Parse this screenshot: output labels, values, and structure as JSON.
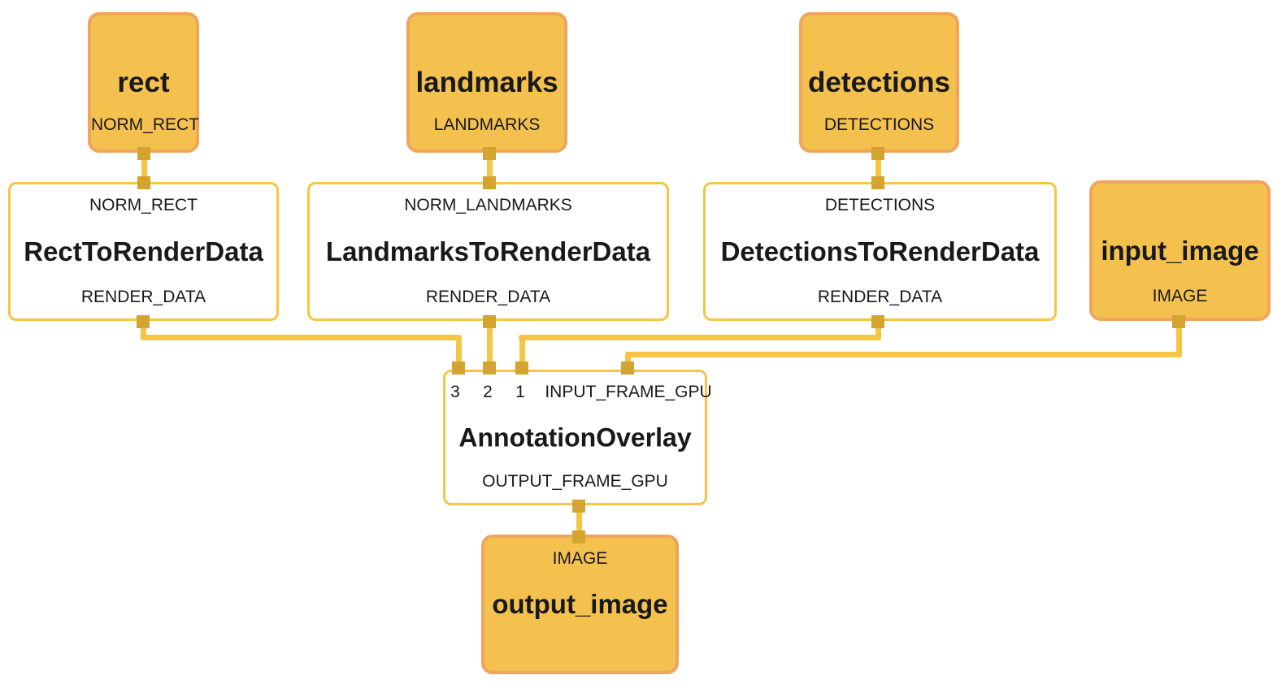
{
  "colors": {
    "node_fill": "#F4C14F",
    "node_border": "#F0A45C",
    "edge": "#F5C543",
    "connector": "#D3A42F",
    "box_bg": "#FFFFFF",
    "text": "#18191B",
    "bg": "#FFFFFF"
  },
  "nodes": {
    "rect": {
      "title": "rect",
      "output_port": "NORM_RECT"
    },
    "landmarks": {
      "title": "landmarks",
      "output_port": "LANDMARKS"
    },
    "detections": {
      "title": "detections",
      "output_port": "DETECTIONS"
    },
    "rect_to_render_data": {
      "input_port": "NORM_RECT",
      "title": "RectToRenderData",
      "output_port": "RENDER_DATA"
    },
    "landmarks_to_render_data": {
      "input_port": "NORM_LANDMARKS",
      "title": "LandmarksToRenderData",
      "output_port": "RENDER_DATA"
    },
    "detections_to_render_data": {
      "input_port": "DETECTIONS",
      "title": "DetectionsToRenderData",
      "output_port": "RENDER_DATA"
    },
    "input_image": {
      "title": "input_image",
      "output_port": "IMAGE"
    },
    "annotation_overlay": {
      "input_ports": [
        "3",
        "2",
        "1",
        "INPUT_FRAME_GPU"
      ],
      "title": "AnnotationOverlay",
      "output_port": "OUTPUT_FRAME_GPU"
    },
    "output_image": {
      "input_port": "IMAGE",
      "title": "output_image"
    }
  },
  "edges": [
    {
      "from": "rect:NORM_RECT",
      "to": "RectToRenderData:NORM_RECT"
    },
    {
      "from": "landmarks:LANDMARKS",
      "to": "LandmarksToRenderData:NORM_LANDMARKS"
    },
    {
      "from": "detections:DETECTIONS",
      "to": "DetectionsToRenderData:DETECTIONS"
    },
    {
      "from": "RectToRenderData:RENDER_DATA",
      "to": "AnnotationOverlay:3"
    },
    {
      "from": "LandmarksToRenderData:RENDER_DATA",
      "to": "AnnotationOverlay:2"
    },
    {
      "from": "DetectionsToRenderData:RENDER_DATA",
      "to": "AnnotationOverlay:1"
    },
    {
      "from": "input_image:IMAGE",
      "to": "AnnotationOverlay:INPUT_FRAME_GPU"
    },
    {
      "from": "AnnotationOverlay:OUTPUT_FRAME_GPU",
      "to": "output_image:IMAGE"
    }
  ]
}
